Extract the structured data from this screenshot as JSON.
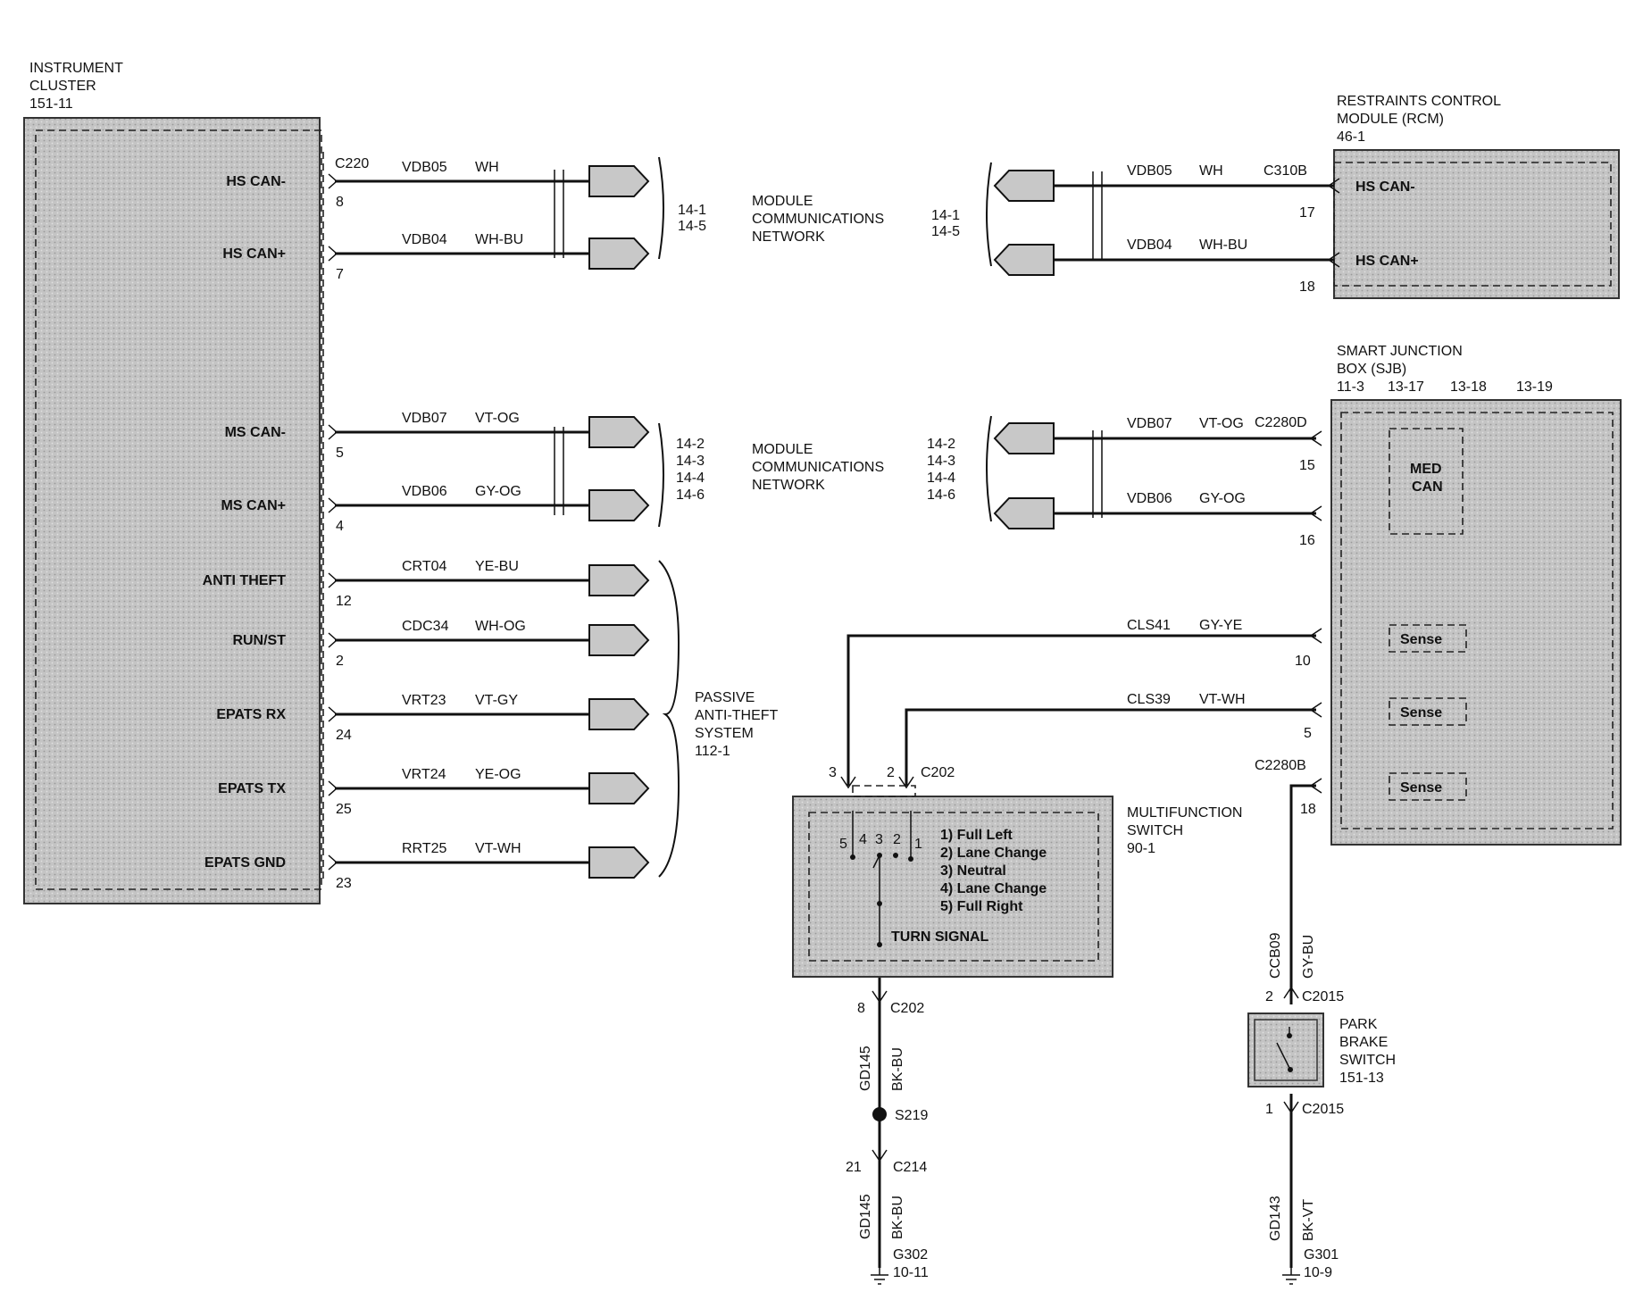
{
  "modules": {
    "instrument_cluster": {
      "name_line1": "INSTRUMENT",
      "name_line2": "CLUSTER",
      "ref": "151-11",
      "connector": "C220"
    },
    "rcm": {
      "name_line1": "RESTRAINTS  CONTROL",
      "name_line2": "MODULE (RCM)",
      "ref": "46-1",
      "connector": "C310B"
    },
    "sjb": {
      "name_line1": "SMART  JUNCTION",
      "name_line2": "BOX (SJB)",
      "refs": [
        "11-3",
        "13-17",
        "13-18",
        "13-19"
      ],
      "connector_d": "C2280D",
      "connector_b": "C2280B",
      "med_can_line1": "MED",
      "med_can_line2": "CAN",
      "sense": "Sense"
    },
    "multifunction": {
      "name_line1": "MULTIFUNCTION",
      "name_line2": "SWITCH",
      "ref": "90-1",
      "connector": "C202",
      "positions": [
        "1) Full Left",
        "2) Lane Change",
        "3) Neutral",
        "4) Lane Change",
        "5) Full Right"
      ],
      "function": "TURN SIGNAL",
      "internal_pins": [
        "5",
        "4",
        "3",
        "2",
        "1"
      ]
    },
    "park_brake": {
      "name_line1": "PARK",
      "name_line2": "BRAKE",
      "name_line3": "SWITCH",
      "ref": "151-13",
      "connector": "C2015"
    }
  },
  "cluster_pins": [
    {
      "label": "HS CAN-",
      "pin": "8",
      "circuit": "VDB05",
      "color": "WH"
    },
    {
      "label": "HS CAN+",
      "pin": "7",
      "circuit": "VDB04",
      "color": "WH-BU"
    },
    {
      "label": "MS CAN-",
      "pin": "5",
      "circuit": "VDB07",
      "color": "VT-OG"
    },
    {
      "label": "MS CAN+",
      "pin": "4",
      "circuit": "VDB06",
      "color": "GY-OG"
    },
    {
      "label": "ANTI THEFT",
      "pin": "12",
      "circuit": "CRT04",
      "color": "YE-BU"
    },
    {
      "label": "RUN/ST",
      "pin": "2",
      "circuit": "CDC34",
      "color": "WH-OG"
    },
    {
      "label": "EPATS RX",
      "pin": "24",
      "circuit": "VRT23",
      "color": "VT-GY"
    },
    {
      "label": "EPATS TX",
      "pin": "25",
      "circuit": "VRT24",
      "color": "YE-OG"
    },
    {
      "label": "EPATS GND",
      "pin": "23",
      "circuit": "RRT25",
      "color": "VT-WH"
    }
  ],
  "rcm_pins": [
    {
      "label": "HS CAN-",
      "pin": "17",
      "circuit": "VDB05",
      "color": "WH"
    },
    {
      "label": "HS CAN+",
      "pin": "18",
      "circuit": "VDB04",
      "color": "WH-BU"
    }
  ],
  "sjb_pins": [
    {
      "pin": "15",
      "circuit": "VDB07",
      "color": "VT-OG"
    },
    {
      "pin": "16",
      "circuit": "VDB06",
      "color": "GY-OG"
    },
    {
      "pin": "10",
      "circuit": "CLS41",
      "color": "GY-YE"
    },
    {
      "pin": "5",
      "circuit": "CLS39",
      "color": "VT-WH"
    },
    {
      "pin": "18",
      "circuit": "CCB09",
      "color": "GY-BU"
    }
  ],
  "networks": {
    "mcn1": {
      "line1": "MODULE",
      "line2": "COMMUNICATIONS",
      "line3": "NETWORK",
      "refs": [
        "14-1",
        "14-5"
      ]
    },
    "mcn2": {
      "line1": "MODULE",
      "line2": "COMMUNICATIONS",
      "line3": "NETWORK",
      "refs": [
        "14-2",
        "14-3",
        "14-4",
        "14-6"
      ]
    },
    "pats": {
      "line1": "PASSIVE",
      "line2": "ANTI-THEFT",
      "line3": "SYSTEM",
      "ref": "112-1"
    }
  },
  "mfs_wires": {
    "pin3": "3",
    "pin2": "2",
    "bottom_pin": "8",
    "bottom_conn": "C202",
    "ground_circuit": "GD145",
    "ground_color": "BK-BU",
    "splice": "S219",
    "c214_pin": "21",
    "c214": "C214",
    "ground": "G302",
    "ground_ref": "10-11"
  },
  "park_wires": {
    "top_pin": "2",
    "bottom_pin": "1",
    "ground_circuit": "GD143",
    "ground_color": "BK-VT",
    "ground": "G301",
    "ground_ref": "10-9"
  }
}
